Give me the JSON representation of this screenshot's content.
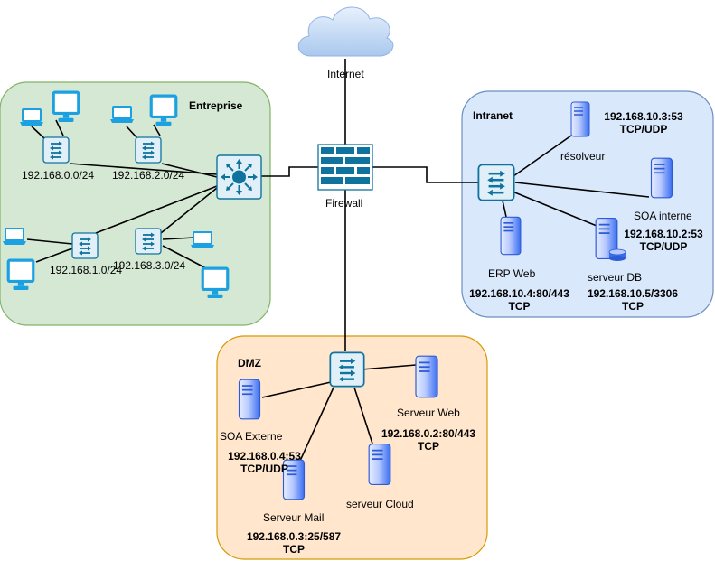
{
  "internet": {
    "label": "Internet"
  },
  "firewall": {
    "label": "Firewall"
  },
  "zones": {
    "entreprise": {
      "title": "Entreprise",
      "fill": "#d5e8d4",
      "stroke": "#82b366",
      "subnets": [
        "192.168.0.0/24",
        "192.168.2.0/24",
        "192.168.1.0/24",
        "192.168.3.0/24"
      ]
    },
    "intranet": {
      "title": "Intranet",
      "fill": "#dae8fc",
      "stroke": "#6c8ebf",
      "servers": {
        "resolveur": {
          "name": "résolveur",
          "addr": "192.168.10.3:53",
          "proto": "TCP/UDP"
        },
        "soa_interne": {
          "name": "SOA interne",
          "addr": "192.168.10.2:53",
          "proto": "TCP/UDP"
        },
        "erp_web": {
          "name": "ERP Web",
          "addr": "192.168.10.4:80/443",
          "proto": "TCP"
        },
        "serveur_db": {
          "name": "serveur DB",
          "addr": "192.168.10.5/3306",
          "proto": "TCP"
        }
      }
    },
    "dmz": {
      "title": "DMZ",
      "fill": "#ffe6cc",
      "stroke": "#d79b00",
      "servers": {
        "soa_externe": {
          "name": "SOA Externe",
          "addr": "192.168.0.4:53",
          "proto": "TCP/UDP"
        },
        "serveur_web": {
          "name": "Serveur Web",
          "addr": "192.168.0.2:80/443",
          "proto": "TCP"
        },
        "serveur_mail": {
          "name": "Serveur Mail",
          "addr": "192.168.0.3:25/587",
          "proto": "TCP"
        },
        "serveur_cloud": {
          "name": "serveur Cloud"
        }
      }
    }
  },
  "colors": {
    "device_fill": "#e1f0f8",
    "device_stroke": "#10739e",
    "router_fill": "#10739e",
    "server_light": "#e7edff",
    "server_dark": "#3a6ef0",
    "monitor": "#1ba1e2",
    "firewall_brick": "#10739e"
  }
}
